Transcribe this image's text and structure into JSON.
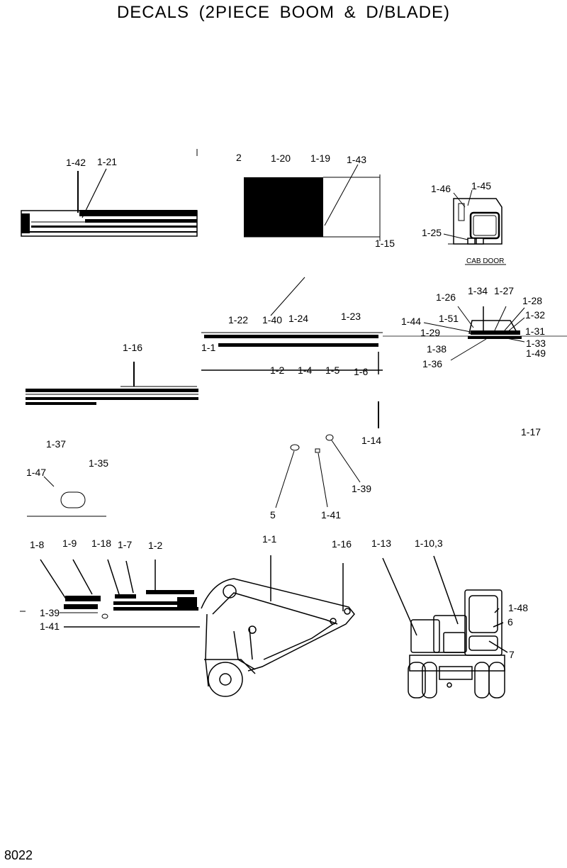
{
  "title": "DECALS (2PIECE BOOM & D/BLADE)",
  "page_number": "8022",
  "cab_door_label": "CAB DOOR",
  "callouts": {
    "c1_42": "1-42",
    "c1_21": "1-21",
    "c2": "2",
    "c1_20": "1-20",
    "c1_19": "1-19",
    "c1_43": "1-43",
    "c1_15": "1-15",
    "c1_46": "1-46",
    "c1_45": "1-45",
    "c1_25": "1-25",
    "c1_26": "1-26",
    "c1_34": "1-34",
    "c1_27": "1-27",
    "c1_28": "1-28",
    "c1_32": "1-32",
    "c1_44": "1-44",
    "c1_51": "1-51",
    "c1_29": "1-29",
    "c1_31": "1-31",
    "c1_33": "1-33",
    "c1_38": "1-38",
    "c1_49": "1-49",
    "c1_36": "1-36",
    "c1_22": "1-22",
    "c1_40": "1-40",
    "c1_24": "1-24",
    "c1_23": "1-23",
    "c1_1_top": "1-1",
    "c1_2_top": "1-2",
    "c1_4": "1-4",
    "c1_5": "1-5",
    "c1_6": "1-6",
    "c1_16_top": "1-16",
    "c1_14": "1-14",
    "c1_17": "1-17",
    "c1_37": "1-37",
    "c1_35": "1-35",
    "c1_47": "1-47",
    "c5": "5",
    "c1_41_mid": "1-41",
    "c1_39_mid": "1-39",
    "c1_8": "1-8",
    "c1_9": "1-9",
    "c1_18": "1-18",
    "c1_7": "1-7",
    "c1_2_bot": "1-2",
    "c1_39_bot": "1-39",
    "c1_41_bot": "1-41",
    "c1_1_bot": "1-1",
    "c1_16_bot": "1-16",
    "c1_13": "1-13",
    "c1_10_3": "1-10,3",
    "c1_48": "1-48",
    "c6": "6",
    "c7": "7"
  }
}
